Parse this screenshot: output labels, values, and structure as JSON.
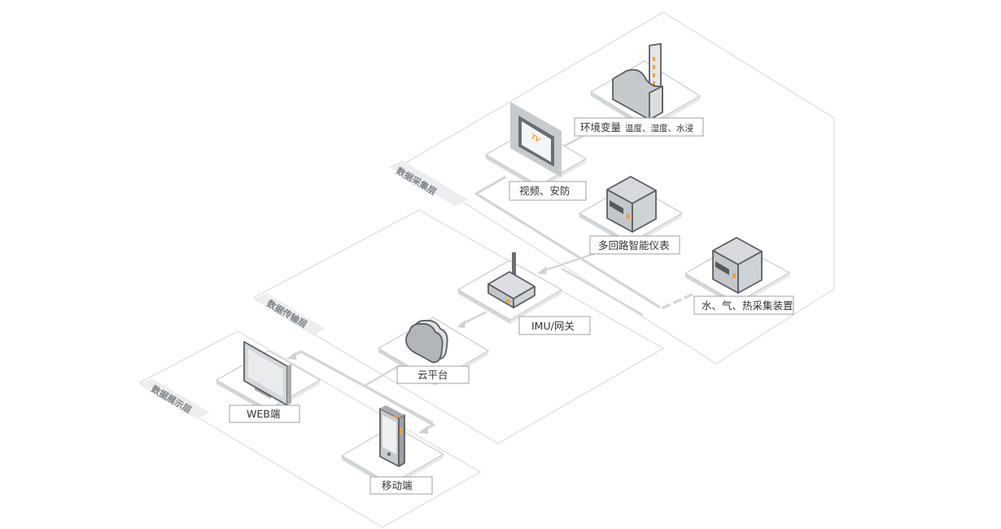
{
  "diagram": {
    "type": "isometric-architecture",
    "layers": [
      {
        "id": "collection",
        "label": "数据采集层"
      },
      {
        "id": "transmission",
        "label": "数据传输层"
      },
      {
        "id": "display",
        "label": "数据展示层"
      }
    ],
    "nodes": {
      "environment": {
        "label": "环境变量",
        "sublabel": "温度、湿度、水浸",
        "layer": "collection",
        "icon": "environment-sensor-icon"
      },
      "video": {
        "label": "视频、安防",
        "layer": "collection",
        "icon": "tv-monitor-icon",
        "screen_text": "TV"
      },
      "meter": {
        "label": "多回路智能仪表",
        "layer": "collection",
        "icon": "smart-meter-icon"
      },
      "collector": {
        "label": "水、气、热采集装置",
        "layer": "collection",
        "icon": "collector-device-icon"
      },
      "gateway": {
        "label": "IMU/网关",
        "layer": "transmission",
        "icon": "router-gateway-icon"
      },
      "cloud": {
        "label": "云平台",
        "layer": "transmission",
        "icon": "cloud-icon"
      },
      "web": {
        "label": "WEB端",
        "layer": "display",
        "icon": "desktop-monitor-icon"
      },
      "mobile": {
        "label": "移动端",
        "layer": "display",
        "icon": "mobile-phone-icon"
      }
    },
    "edges": [
      {
        "from": "environment",
        "to": "gateway"
      },
      {
        "from": "video",
        "to": "gateway"
      },
      {
        "from": "meter",
        "to": "gateway"
      },
      {
        "from": "collector",
        "to": "gateway",
        "style": "dashed"
      },
      {
        "from": "gateway",
        "to": "cloud"
      },
      {
        "from": "cloud",
        "to": "web"
      },
      {
        "from": "cloud",
        "to": "mobile"
      }
    ],
    "colors": {
      "accent": "#f0a040",
      "outline": "#e2e4e6",
      "device_body": "#c8cbce",
      "device_stroke": "#5b5f63",
      "label_border": "#9da1a5"
    }
  }
}
